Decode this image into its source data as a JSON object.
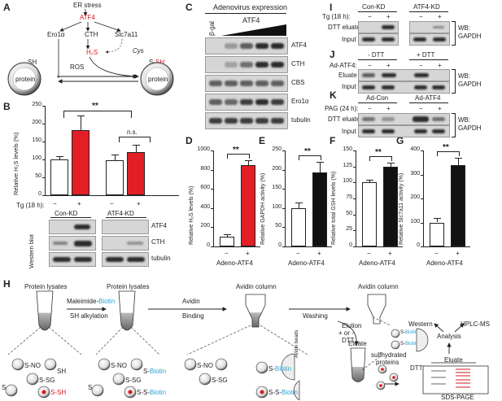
{
  "panels": {
    "A": "A",
    "B": "B",
    "C": "C",
    "D": "D",
    "E": "E",
    "F": "F",
    "G": "G",
    "H": "H",
    "I": "I",
    "J": "J",
    "K": "K"
  },
  "panelA": {
    "er_stress": "ER stress",
    "atf4": "ATF4",
    "ero1": "Ero1α",
    "cth": "CTH",
    "slc": "Slc7a11",
    "cys": "Cys",
    "h2s": "H₂S",
    "ros": "ROS",
    "sh": "SH",
    "ssh_s": "S-",
    "ssh_h": "SH",
    "protein": "protein"
  },
  "panelB": {
    "ylabel": "Relative H₂S levels (%)",
    "sig": "**",
    "ns": "n.s.",
    "tg": "Tg (18 h):",
    "minus": "−",
    "plus": "+",
    "con": "Con-KD",
    "atf": "ATF4-KD",
    "wb": "Western blot",
    "rows": [
      "ATF4",
      "CTH",
      "tubulin"
    ],
    "yticks": [
      "0",
      "50",
      "100",
      "150",
      "200",
      "250"
    ]
  },
  "panelC": {
    "title": "Adenovirus expression",
    "bgal": "β-gal",
    "atf4": "ATF4",
    "rows": [
      "ATF4",
      "CTH",
      "CBS",
      "Ero1α",
      "tubulin"
    ]
  },
  "panelD": {
    "ylabel": "Relative H₂S levels (%)",
    "yticks": [
      "0",
      "200",
      "400",
      "600",
      "800",
      "1000"
    ],
    "xlabel": "Adeno-ATF4",
    "sig": "**",
    "minus": "−",
    "plus": "+"
  },
  "panelE": {
    "ylabel": "Relative GAPDH activity (%)",
    "yticks": [
      "0",
      "50",
      "100",
      "150",
      "200",
      "250"
    ],
    "xlabel": "Adeno-ATF4",
    "sig": "**",
    "minus": "−",
    "plus": "+"
  },
  "panelF": {
    "ylabel": "Relative total GSH levels (%)",
    "yticks": [
      "0",
      "25",
      "50",
      "75",
      "100",
      "125",
      "150"
    ],
    "xlabel": "Adeno-ATF4",
    "sig": "**",
    "minus": "−",
    "plus": "+"
  },
  "panelG": {
    "ylabel": "Relative Slc7a11 activity (%)",
    "yticks": [
      "0",
      "100",
      "200",
      "300",
      "400"
    ],
    "xlabel": "Adeno-ATF4",
    "sig": "**",
    "minus": "−",
    "plus": "+"
  },
  "panelI": {
    "tg": "Tg (18 h):",
    "con": "Con-KD",
    "atf": "ATF4-KD",
    "rows": [
      "DTT eluate",
      "Input"
    ],
    "wb": "WB:",
    "gapdh": "GAPDH",
    "minus": "−",
    "plus": "+"
  },
  "panelJ": {
    "ad": "Ad-ATF4:",
    "mdtt": "- DTT",
    "pdtt": "+ DTT",
    "rows": [
      "Eluate",
      "Input"
    ],
    "wb": "WB:",
    "gapdh": "GAPDH",
    "minus": "−",
    "plus": "+"
  },
  "panelK": {
    "pag": "PAG (24 h):",
    "adcon": "Ad-Con",
    "adatf": "Ad-ATF4",
    "rows": [
      "DTT eluate",
      "Input"
    ],
    "wb": "WB:",
    "gapdh": "GAPDH",
    "minus": "−",
    "plus": "+"
  },
  "panelH": {
    "lys1": "Protein lysates",
    "lys2": "Protein lysates",
    "mal": "Maleimide-",
    "biotin": "Biotin",
    "shalk": "SH alkylation",
    "avidin": "Avidin",
    "binding": "Binding",
    "col1": "Avidin column",
    "col2": "Avidin column",
    "washing": "Washing",
    "elution": "Elution",
    "plusor": "+ or -",
    "dtt": "DTT",
    "eluate": "Eluate",
    "sulf": "sulfhydrated",
    "proteins": "proteins",
    "western": "Western",
    "hplc": "HPLC-MS",
    "analysis": "Analysis",
    "eluate2": "Eluate",
    "dttlabel": "DTT:",
    "sds": "SDS-PAGE",
    "sno": "S-NO",
    "sh": "SH",
    "ssg": "S-SG",
    "s": "S",
    "ssh": "S-SH",
    "sbiotin": "S-",
    "avidinbeads": "Avidin beads",
    "ssbiotin": "S-S-"
  },
  "chart_data": [
    {
      "type": "bar",
      "panel": "B",
      "ylabel": "Relative H₂S levels (%)",
      "ylim": [
        0,
        250
      ],
      "categories": [
        "Con-KD −",
        "Con-KD +",
        "ATF4-KD −",
        "ATF4-KD +"
      ],
      "values": [
        100,
        182,
        98,
        120
      ],
      "errors": [
        10,
        40,
        15,
        22
      ]
    },
    {
      "type": "bar",
      "panel": "D",
      "ylabel": "Relative H₂S levels (%)",
      "ylim": [
        0,
        1000
      ],
      "categories": [
        "−",
        "+"
      ],
      "values": [
        100,
        850
      ],
      "errors": [
        30,
        45
      ]
    },
    {
      "type": "bar",
      "panel": "E",
      "ylabel": "Relative GAPDH activity (%)",
      "ylim": [
        0,
        250
      ],
      "categories": [
        "−",
        "+"
      ],
      "values": [
        100,
        193
      ],
      "errors": [
        15,
        28
      ]
    },
    {
      "type": "bar",
      "panel": "F",
      "ylabel": "Relative total GSH levels (%)",
      "ylim": [
        0,
        150
      ],
      "categories": [
        "−",
        "+"
      ],
      "values": [
        100,
        125
      ],
      "errors": [
        4,
        6
      ]
    },
    {
      "type": "bar",
      "panel": "G",
      "ylabel": "Relative Slc7a11 activity (%)",
      "ylim": [
        0,
        400
      ],
      "categories": [
        "−",
        "+"
      ],
      "values": [
        100,
        340
      ],
      "errors": [
        18,
        30
      ]
    }
  ]
}
